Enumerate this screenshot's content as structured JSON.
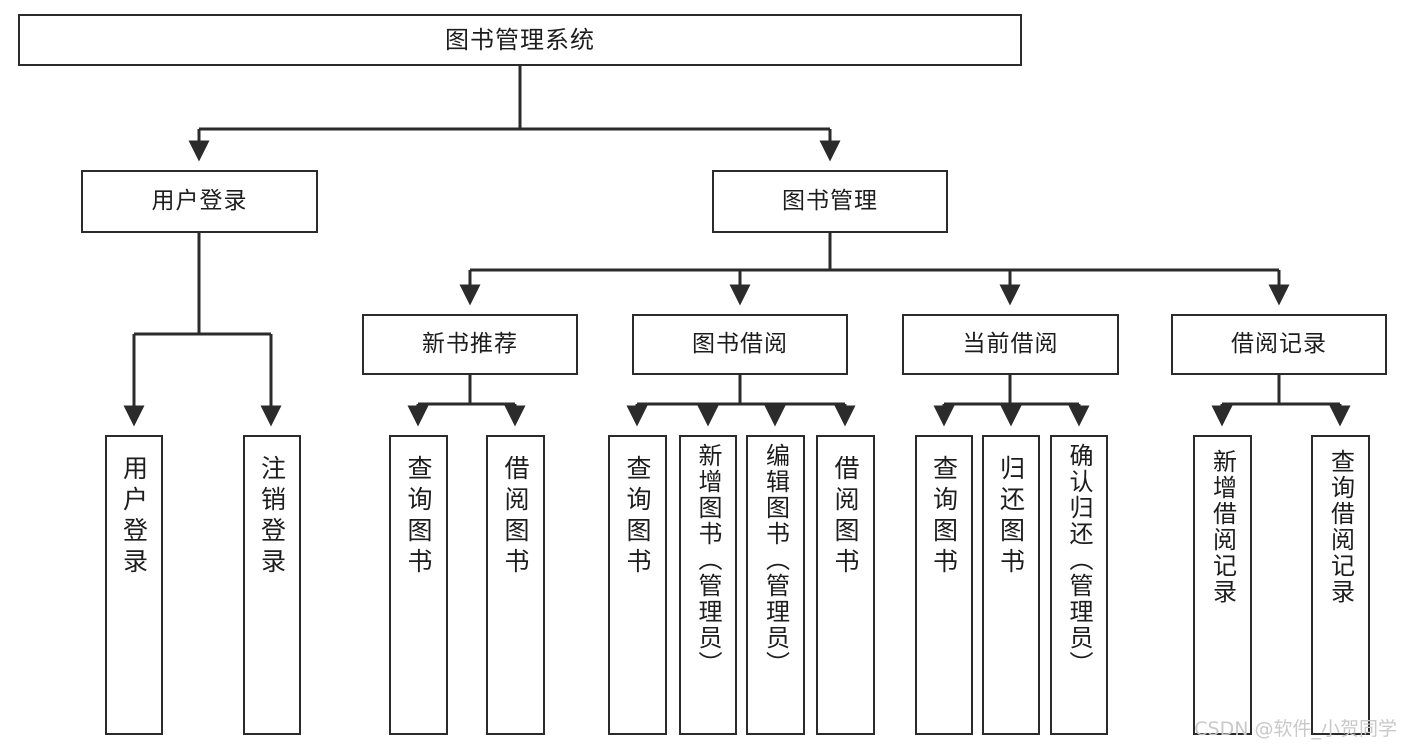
{
  "diagram": {
    "title": "图书管理系统",
    "type": "tree-hierarchy",
    "watermark": "CSDN @软件_小贺同学",
    "colors": {
      "box_border": "#2b2b2b",
      "box_fill": "#ffffff",
      "line": "#2b2b2b",
      "text": "#1d1d1d",
      "watermark": "#c9c9c9"
    }
  },
  "nodes": {
    "root": {
      "label": "图书管理系统"
    },
    "level2": [
      {
        "id": "user-login",
        "label": "用户登录"
      },
      {
        "id": "book-manage",
        "label": "图书管理"
      }
    ],
    "level3": [
      {
        "id": "new-book-recommend",
        "label": "新书推荐"
      },
      {
        "id": "book-borrow",
        "label": "图书借阅"
      },
      {
        "id": "current-borrow",
        "label": "当前借阅"
      },
      {
        "id": "borrow-record",
        "label": "借阅记录"
      }
    ],
    "leaves": [
      {
        "id": "leaf-user-login",
        "label": "用户登录",
        "parent": "user-login"
      },
      {
        "id": "leaf-logout-login",
        "label": "注销登录",
        "parent": "user-login"
      },
      {
        "id": "leaf-query-book-1",
        "label": "查询图书",
        "parent": "new-book-recommend"
      },
      {
        "id": "leaf-borrow-book-1",
        "label": "借阅图书",
        "parent": "new-book-recommend"
      },
      {
        "id": "leaf-query-book-2",
        "label": "查询图书",
        "parent": "book-borrow"
      },
      {
        "id": "leaf-add-book",
        "label": "新增图书（管理员）",
        "parent": "book-borrow"
      },
      {
        "id": "leaf-edit-book",
        "label": "编辑图书（管理员）",
        "parent": "book-borrow"
      },
      {
        "id": "leaf-borrow-book-2",
        "label": "借阅图书",
        "parent": "book-borrow"
      },
      {
        "id": "leaf-query-book-3",
        "label": "查询图书",
        "parent": "current-borrow"
      },
      {
        "id": "leaf-return-book",
        "label": "归还图书",
        "parent": "current-borrow"
      },
      {
        "id": "leaf-confirm-return",
        "label": "确认归还（管理员）",
        "parent": "current-borrow"
      },
      {
        "id": "leaf-add-record",
        "label": "新增借阅记录",
        "parent": "borrow-record"
      },
      {
        "id": "leaf-query-record",
        "label": "查询借阅记录",
        "parent": "borrow-record"
      }
    ]
  }
}
